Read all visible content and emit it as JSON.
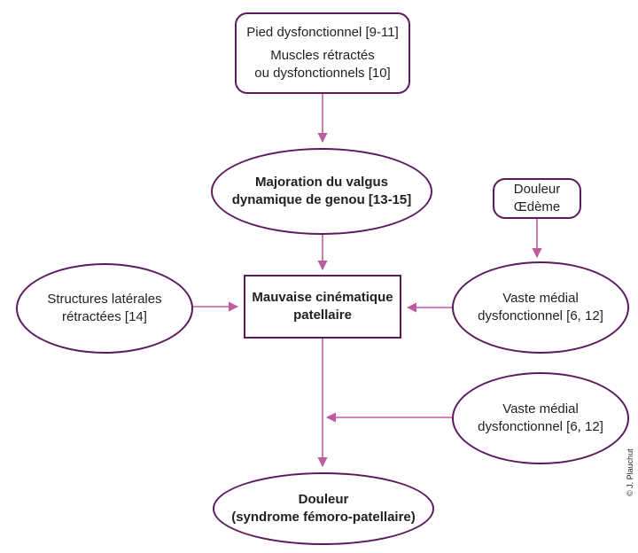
{
  "nodes": {
    "pied": {
      "line1": "Pied dysfonctionnel [9-11]",
      "line2": "Muscles rétractés",
      "line3": "ou dysfonctionnels [10]"
    },
    "valgus": {
      "line1": "Majoration du valgus",
      "line2": "dynamique de genou [13-15]"
    },
    "douleur_top": {
      "line1": "Douleur",
      "line2": "Œdème"
    },
    "structures": {
      "line1": "Structures latérales",
      "line2": "rétractées [14]"
    },
    "mauvaise": {
      "line1": "Mauvaise cinématique",
      "line2": "patellaire"
    },
    "vaste1": {
      "line1": "Vaste médial",
      "line2": "dysfonctionnel [6, 12]"
    },
    "vaste2": {
      "line1": "Vaste médial",
      "line2": "dysfonctionnel [6, 12]"
    },
    "douleur_bottom": {
      "line1": "Douleur",
      "line2": "(syndrome fémoro-patellaire)"
    }
  },
  "credit": "© J. Plauchut",
  "colors": {
    "border": "#5b1a5e",
    "arrow": "#c05aa0",
    "text": "#231f20"
  }
}
